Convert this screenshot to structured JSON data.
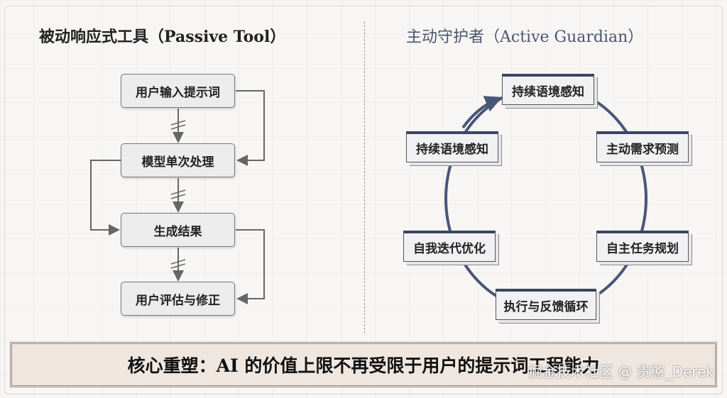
{
  "left": {
    "title": "被动响应式工具（Passive Tool）",
    "steps": [
      "用户输入提示词",
      "模型单次处理",
      "生成结果",
      "用户评估与修正"
    ]
  },
  "right": {
    "title": "主动守护者（Active Guardian）",
    "nodes": [
      "持续语境感知",
      "主动需求预测",
      "自主任务规划",
      "执行与反馈循环",
      "自我迭代优化",
      "持续语境感知"
    ]
  },
  "banner": "核心重塑：AI 的价值上限不再受限于用户的提示词工程能力",
  "watermark": "掘金技术社区 @ 贵憨_Derek",
  "colors": {
    "cycle": "#4a5678",
    "banner_bg": "#efe6e0"
  }
}
